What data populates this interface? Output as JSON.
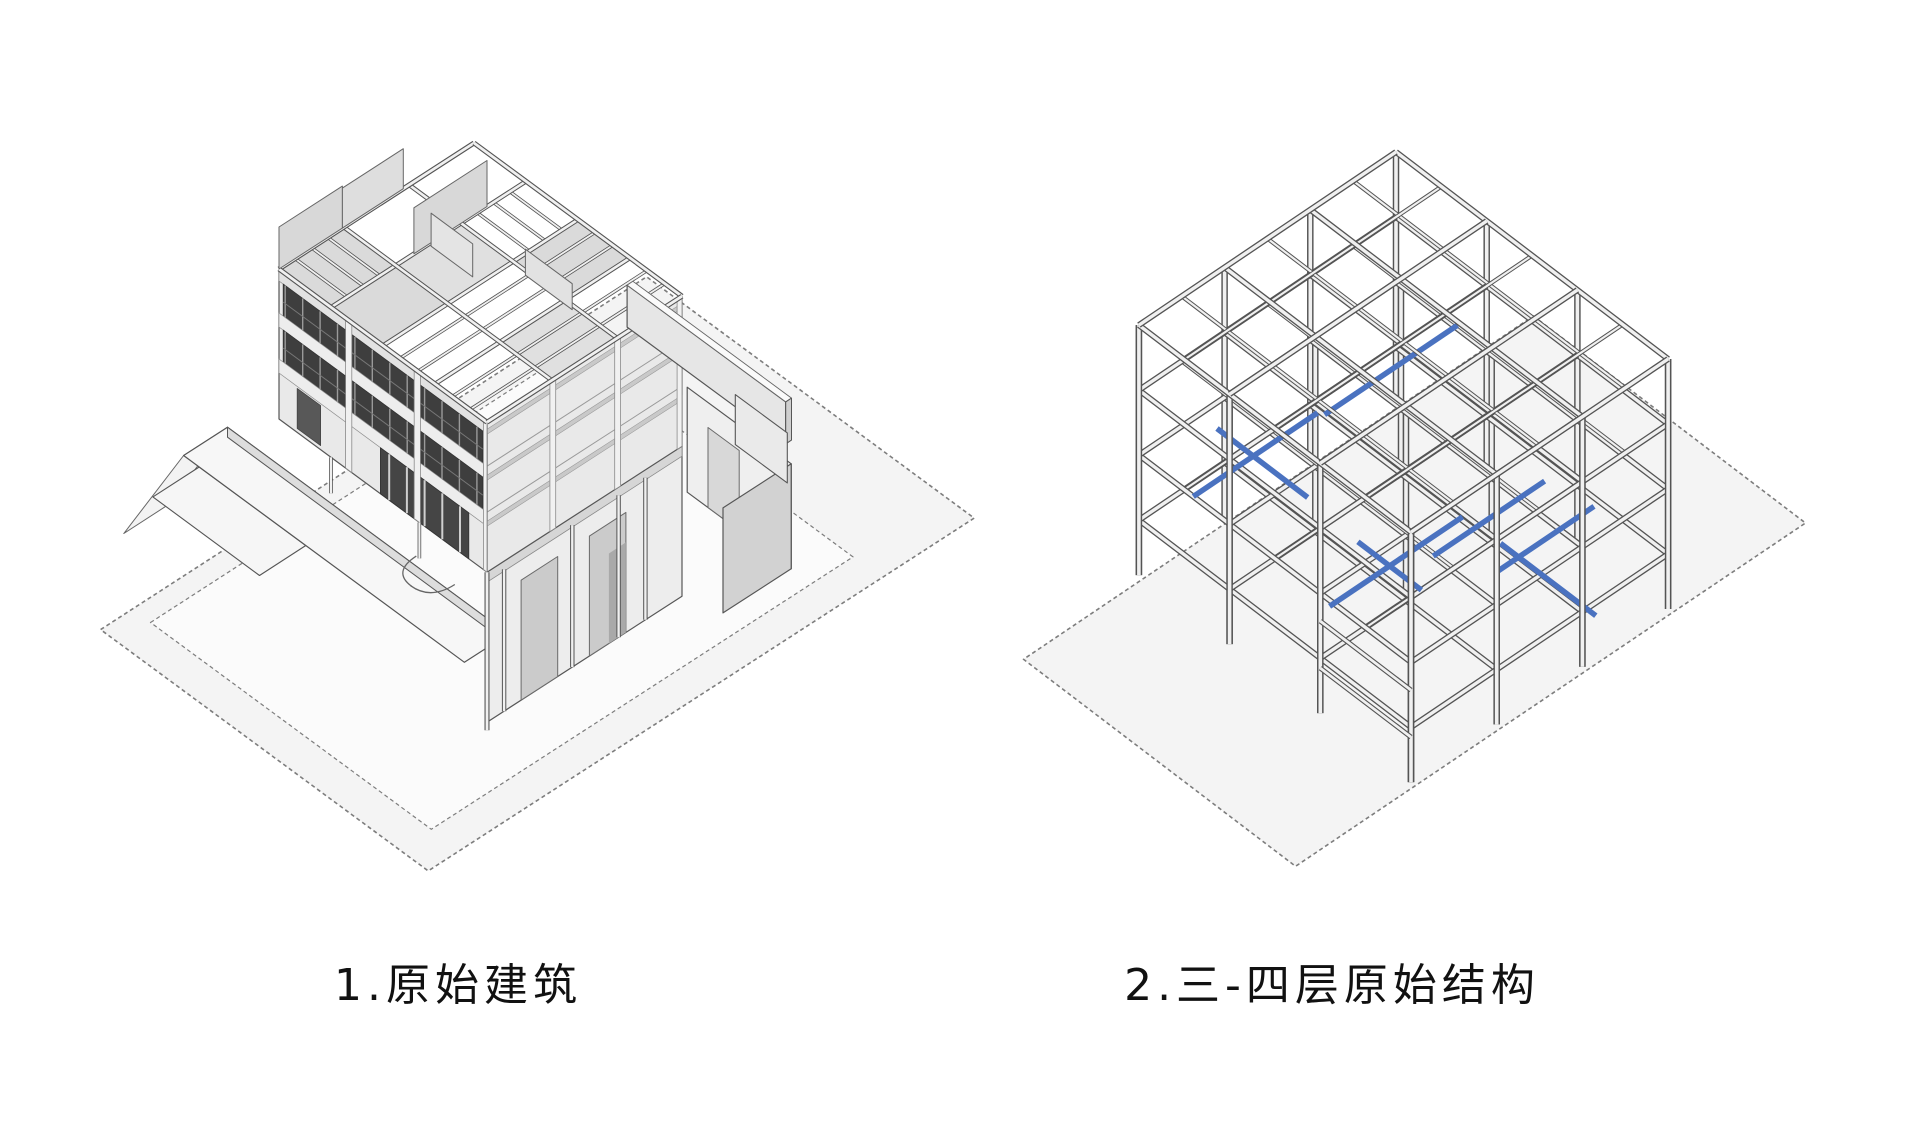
{
  "page": {
    "background_color": "#ffffff",
    "description": "Two grey axonometric architectural diagrams side by side on a white page"
  },
  "colors": {
    "outline": "#545454",
    "member_fill": "#f0f0f0",
    "wall_light": "#e9e9e9",
    "wall_band": "#ededed",
    "band_strip": "#c9c9c9",
    "wall_mid": "#dcdcdc",
    "wall_dark": "#cfcfcf",
    "window_dark": "#3e3e3e",
    "window_mullion": "#9a9a9a",
    "ground_fill": "#f4f4f4",
    "plaza_fill": "#fbfbfb",
    "slab_fill": "#dadada",
    "highlight_blue": "#4a72c0",
    "caption_color": "#111111"
  },
  "figures": {
    "left": {
      "caption": "1.原始建筑",
      "type": "axonometric building massing",
      "stories_visible": 4,
      "features": [
        "ground-plane",
        "plaza-slab",
        "walkway-slab",
        "ramp",
        "dark-window-bands",
        "roof-framing-grid",
        "roof-parapet-walls",
        "door-swing-arcs",
        "pilotis-columns",
        "annex-walls"
      ],
      "sw_bands": [
        {
          "name": "parapet",
          "w": [
            138,
            150
          ],
          "fill": "wall_light"
        },
        {
          "name": "window-band-4f",
          "w": [
            106,
            138
          ],
          "fill": "window_dark",
          "mullions": true,
          "transom_w": 120
        },
        {
          "name": "slab-band",
          "w": [
            92,
            106
          ],
          "fill": "wall_band"
        },
        {
          "name": "window-band-3f",
          "w": [
            60,
            92
          ],
          "fill": "window_dark",
          "mullions": true,
          "transom_w": 74
        },
        {
          "name": "slab-band",
          "w": [
            46,
            60
          ],
          "fill": "wall_band"
        },
        {
          "name": "ground-floor",
          "w": [
            0,
            46
          ],
          "fill": "wall_light"
        }
      ]
    },
    "right": {
      "caption": "2.三-四层原始结构",
      "type": "axonometric structural frame",
      "grid": {
        "bays_u": 3,
        "bays_v": 3,
        "beam_levels_w": [
          250,
          185,
          120,
          55
        ],
        "column_top_w": 250,
        "ground_w": 0,
        "secondary_joist_spacing": 0.5
      },
      "highlighted_beams": [
        {
          "w": 185,
          "from": [
            1.15,
            2.05
          ],
          "to": [
            1.15,
            0.5
          ]
        },
        {
          "w": 120,
          "from": [
            0.6,
            1.55
          ],
          "to": [
            0.6,
            3.0
          ]
        },
        {
          "w": 120,
          "from": [
            0.2,
            2.3
          ],
          "to": [
            1.2,
            2.3
          ]
        },
        {
          "w": 120,
          "from": [
            2.3,
            2.0
          ],
          "to": [
            2.3,
            0.7
          ]
        },
        {
          "w": 120,
          "from": [
            2.75,
            1.75
          ],
          "to": [
            2.75,
            0.6
          ]
        },
        {
          "w": 55,
          "from": [
            2.05,
            0.95
          ],
          "to": [
            3.1,
            0.95
          ]
        },
        {
          "w": 120,
          "from": [
            2.15,
            3.05
          ],
          "to": [
            2.15,
            1.5
          ]
        },
        {
          "w": 120,
          "from": [
            1.8,
            2.35
          ],
          "to": [
            2.5,
            2.35
          ]
        }
      ]
    }
  }
}
